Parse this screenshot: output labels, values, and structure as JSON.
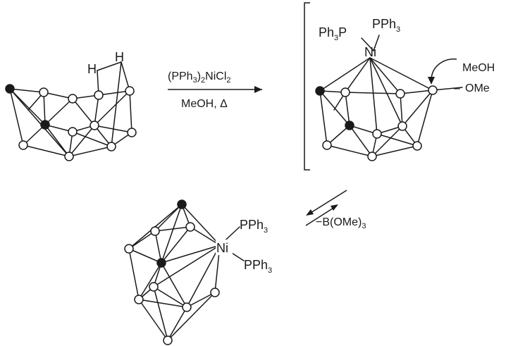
{
  "scheme": {
    "reagent_line1": "(PPh3)2NiCl2",
    "reagent_line2": "MeOH, Δ",
    "intermediate_ligand_left": "Ph3P",
    "intermediate_ligand_right": "PPh3",
    "intermediate_metal": "Ni",
    "attacking_reagent": "MeOH",
    "substituent": "OMe",
    "byproduct": "−B(OMe)3",
    "product_metal": "Ni",
    "product_ligand_top": "PPh3",
    "product_ligand_bottom": "PPh3"
  }
}
